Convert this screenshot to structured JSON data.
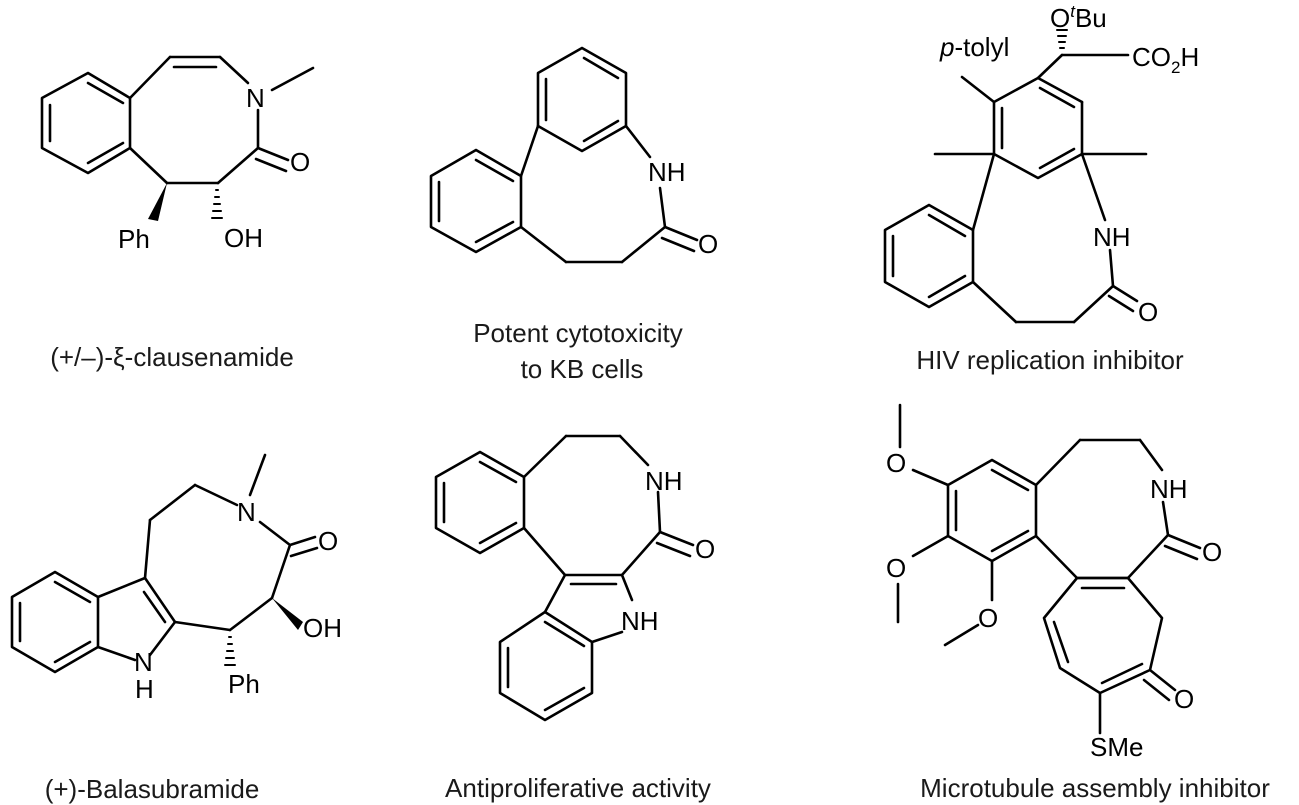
{
  "compounds": [
    {
      "caption_lines": [
        "(+/–)-ξ-clausenamide"
      ],
      "atoms": {
        "n": "N",
        "o": "O",
        "ph": "Ph",
        "oh": "OH"
      }
    },
    {
      "caption_lines": [
        "Potent cytotoxicity",
        "to KB cells"
      ],
      "atoms": {
        "nh": "NH",
        "o": "O"
      }
    },
    {
      "caption_lines": [
        "HIV replication inhibitor"
      ],
      "atoms": {
        "ptolyl_p": "p",
        "ptolyl_rest": "-tolyl",
        "o_tbu_o": "O",
        "o_tbu_t": "t",
        "o_tbu_bu": "Bu",
        "co2h_co": "CO",
        "co2h_2": "2",
        "co2h_h": "H",
        "nh": "NH",
        "o": "O"
      }
    },
    {
      "caption_lines": [
        "(+)-Balasubramide"
      ],
      "atoms": {
        "n": "N",
        "o": "O",
        "oh": "OH",
        "nh_n": "N",
        "nh_h": "H",
        "ph": "Ph"
      }
    },
    {
      "caption_lines": [
        "Antiproliferative activity"
      ],
      "atoms": {
        "nh_top": "NH",
        "o": "O",
        "nh_bottom": "NH"
      }
    },
    {
      "caption_lines": [
        "Microtubule assembly inhibitor"
      ],
      "atoms": {
        "o1": "O",
        "o2": "O",
        "o3": "O",
        "nh": "NH",
        "o_amide": "O",
        "o_ketone": "O",
        "sme": "SMe"
      }
    }
  ]
}
